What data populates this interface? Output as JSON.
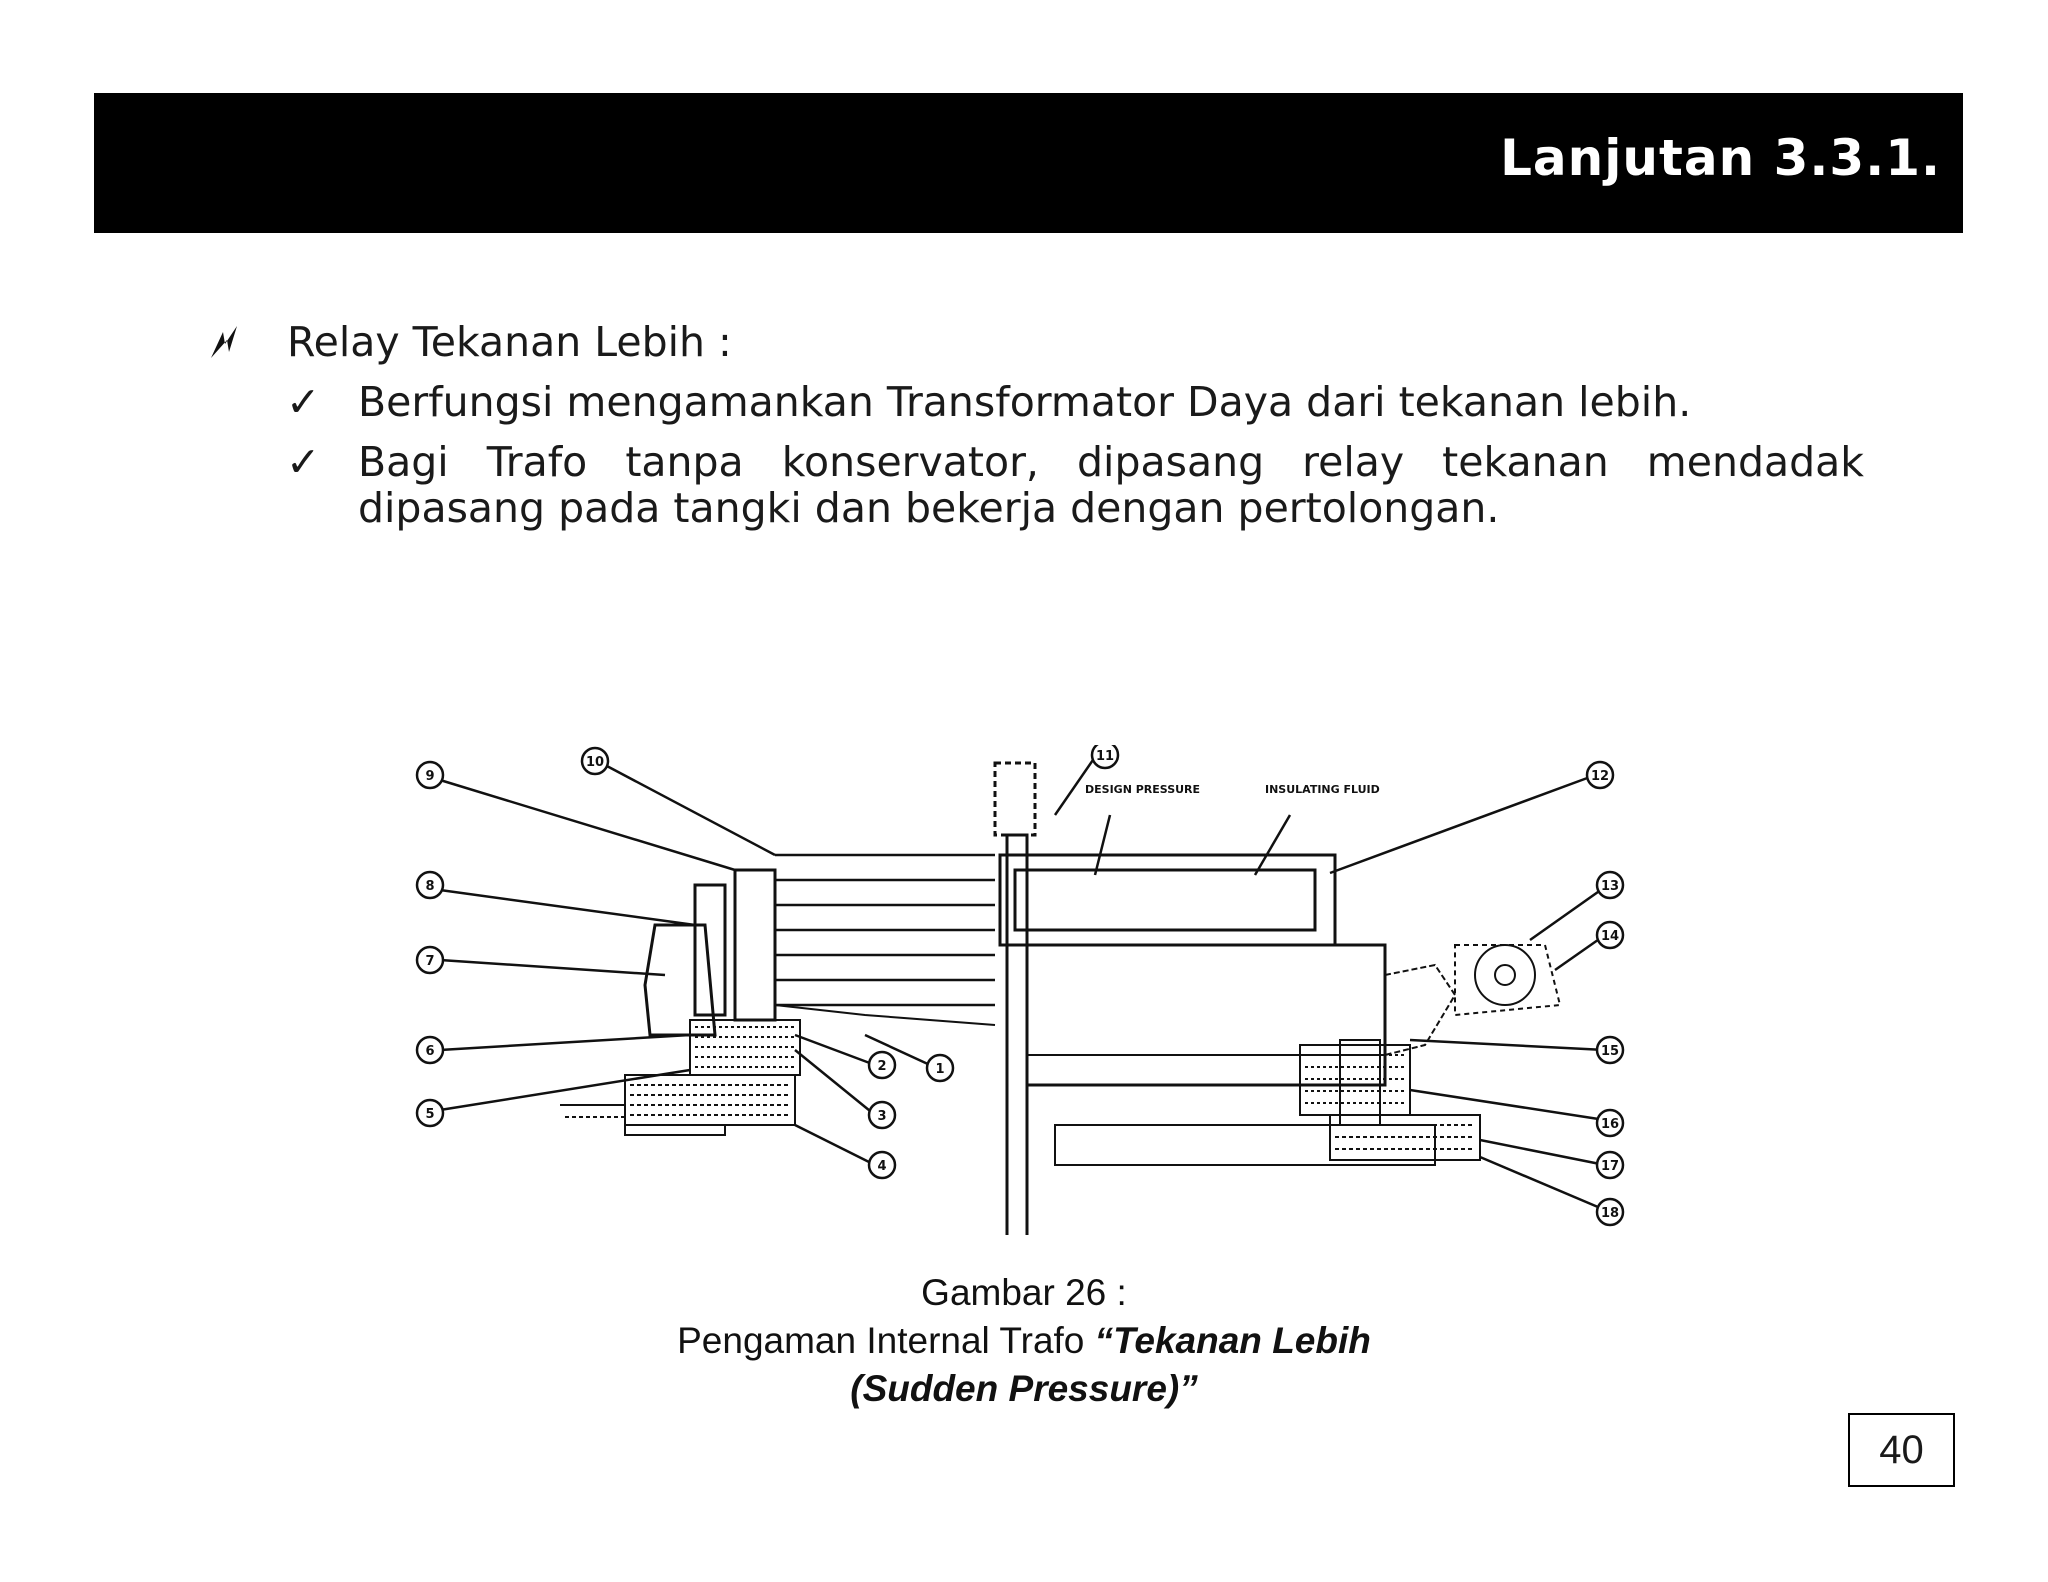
{
  "header": {
    "title": "Lanjutan 3.3.1."
  },
  "content": {
    "main_bullet": "Relay Tekanan Lebih :",
    "sub_items": [
      "Berfungsi mengamankan Transformator Daya dari tekanan lebih.",
      "Bagi Trafo tanpa konservator, dipasang relay tekanan mendadak dipasang pada tangki dan bekerja dengan pertolongan."
    ],
    "check_symbol": "✓"
  },
  "figure": {
    "callout_numbers_left": [
      "9",
      "8",
      "7",
      "6",
      "5"
    ],
    "callout_numbers_bottom": [
      "2",
      "1",
      "3",
      "4"
    ],
    "callout_numbers_top": [
      "10",
      "11"
    ],
    "callout_numbers_right": [
      "12",
      "13",
      "14",
      "15",
      "16",
      "17",
      "18"
    ],
    "labels": [
      "DESIGN PRESSURE",
      "INSULATING FLUID"
    ]
  },
  "caption": {
    "line1": "Gambar 26 :",
    "line2_plain": "Pengaman Internal Trafo ",
    "line2_emph": "“Tekanan Lebih",
    "line3_emph": "(Sudden Pressure)”"
  },
  "page_number": "40"
}
